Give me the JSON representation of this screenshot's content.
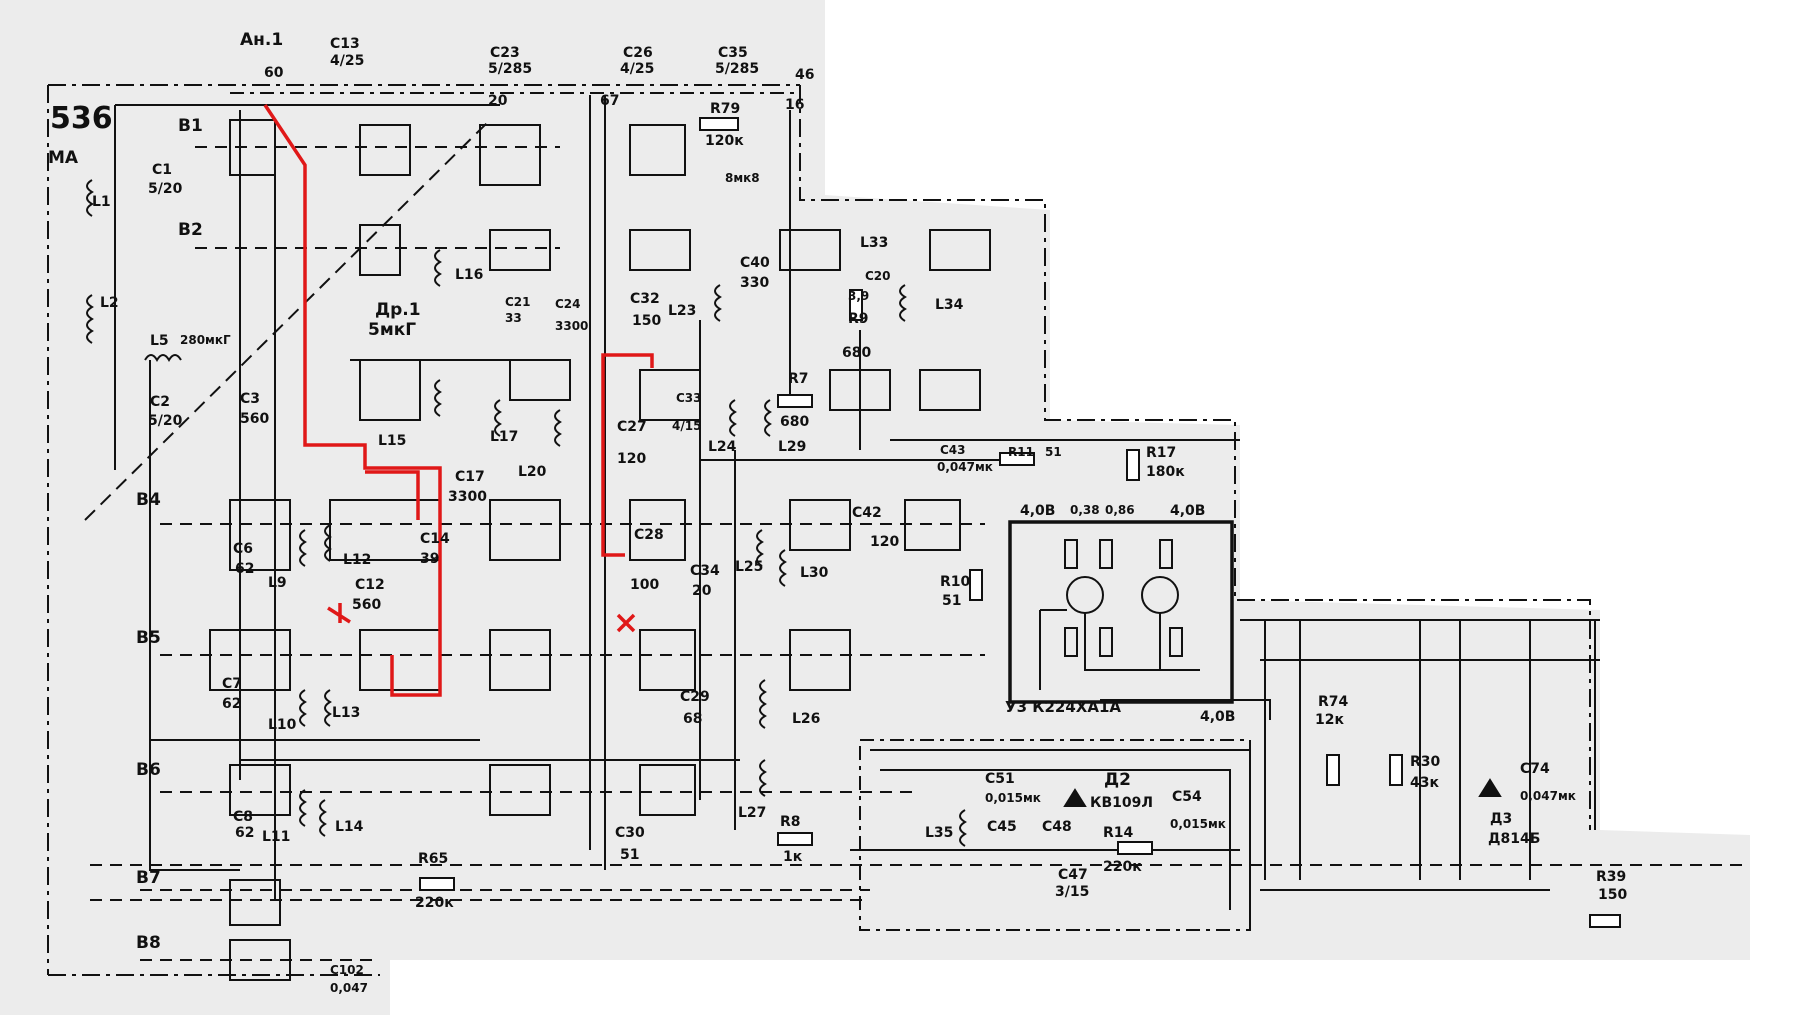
{
  "title": "536",
  "subtitle": "МА",
  "antenna": "Ан.1",
  "ic_label": "У3 К224ХА1А",
  "colors": {
    "paper": "#ffffff",
    "scan_gray": "#ececec",
    "ink": "#111111",
    "mod_red": "#e01818"
  },
  "switch_groups": [
    "В1",
    "В2",
    "В4",
    "В5",
    "В6",
    "В7",
    "В8"
  ],
  "components": {
    "c13": "С13",
    "c13v": "4/25",
    "c23": "С23",
    "c23v": "5/285",
    "c26": "С26",
    "c26v": "4/25",
    "c35": "С35",
    "c35v": "5/285",
    "r79": "R79",
    "r79v": "120к",
    "c1": "С1",
    "c1v": "5/20",
    "l1": "L1",
    "l2": "L2",
    "l5": "L5",
    "l5v": "280мкГ",
    "c2": "С2",
    "c2v": "5/20",
    "c3": "С3",
    "c3v": "560",
    "l16": "L16",
    "dr1": "Др.1",
    "dr1v": "5мкГ",
    "c21": "С21",
    "c21v": "33",
    "c24": "С24",
    "c24v": "3300",
    "c32": "С32",
    "c32v": "150",
    "l23": "L23",
    "c40": "С40",
    "c40v": "330",
    "c20": "С20",
    "l33": "L33",
    "l34": "L34",
    "r9": "R9",
    "r9v1": "3,9",
    "r9v2": "680",
    "r7": "R7",
    "r7v": "680",
    "c33": "С33",
    "c33v": "4/15",
    "l24": "L24",
    "l29": "L29",
    "c27": "С27",
    "c27v": "120",
    "l15": "L15",
    "l17": "L17",
    "c17": "С17",
    "c17v": "3300",
    "l20": "L20",
    "c43": "С43",
    "c43v": "0,047мк",
    "r11": "R11",
    "r11v": "51",
    "r17": "R17",
    "r17v": "180к",
    "c6": "С6",
    "c6v": "62",
    "l9": "L9",
    "l12": "L12",
    "c14": "С14",
    "c14v": "39",
    "c12": "С12",
    "c12v": "560",
    "c28": "С28",
    "c28v": "100",
    "c34": "С34",
    "c34v": "20",
    "l25": "L25",
    "l30": "L30",
    "c42": "С42",
    "c42v": "120",
    "r10": "R10",
    "r10v": "51",
    "c7": "С7",
    "c7v": "62",
    "l10": "L10",
    "l13": "L13",
    "c29": "С29",
    "c29v": "68",
    "l26": "L26",
    "c8": "С8",
    "c8v": "62",
    "l11": "L11",
    "l14": "L14",
    "c30": "С30",
    "c30v": "51",
    "l27": "L27",
    "r8": "R8",
    "r8v": "1к",
    "c51": "С51",
    "c51v": "0,015мк",
    "l35": "L35",
    "c45": "С45",
    "c48": "С48",
    "c47": "С47",
    "c47v": "3/15",
    "d2": "Д2",
    "d2v": "КВ109Л",
    "c54": "С54",
    "c54v": "0,015мк",
    "r14": "R14",
    "r14v": "220к",
    "r65": "R65",
    "r65v": "220к",
    "c102": "С102",
    "c102v": "0,047",
    "r74": "R74",
    "r74v": "12к",
    "r30": "R30",
    "r30v": "43к",
    "c74": "С74",
    "c74v": "0,047мк",
    "d3": "Д3",
    "d3v": "Д814Б",
    "r39": "R39",
    "r39v": "150"
  },
  "ic_pins": {
    "v1": "4,0В",
    "v2": "4,0В",
    "v3": "0,38",
    "v4": "0,86",
    "supply": "4,0В"
  },
  "notes": {
    "c5v": "8мк8",
    "n60": "60",
    "n20": "20",
    "n67": "67",
    "n46": "46",
    "n16": "16"
  }
}
